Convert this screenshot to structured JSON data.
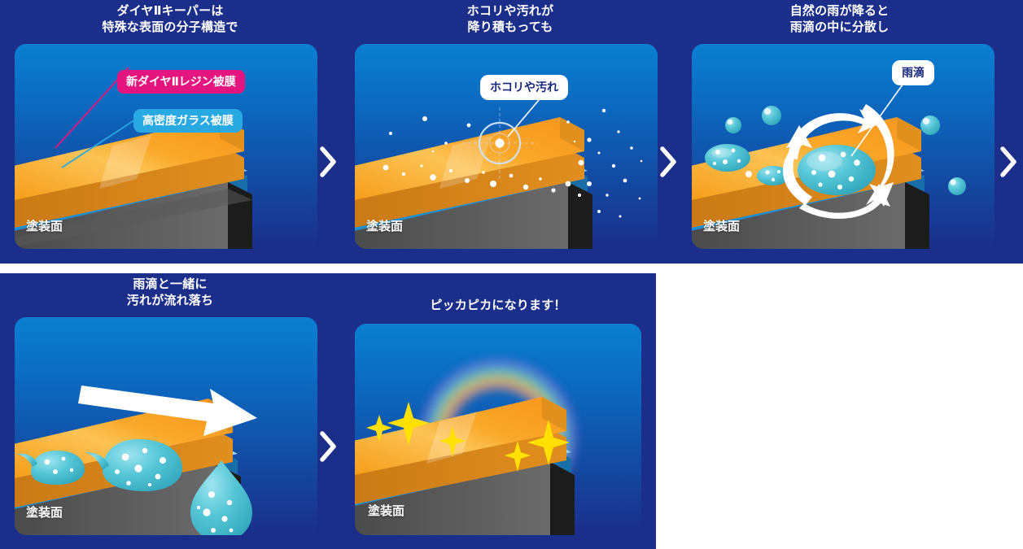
{
  "infographic": {
    "title_sequence": "ダイヤⅡキーパー 撥水・セルフクリーニング解説",
    "arrow_glyph": "›",
    "colors": {
      "background_navy": "#1b2e8a",
      "panel_blue_top": "#0a7fd0",
      "panel_blue_bottom": "#1b2e8a",
      "chip_pink": "#e4157e",
      "chip_cyan": "#29a9e1",
      "bubble_white": "#ffffff",
      "bubble_text": "#16267d",
      "resin_orange": "#f7941d",
      "resin_orange_dark": "#d6871f",
      "glass_cyan": "#29a9e1",
      "paint_gray": "#585858",
      "droplet_teal": "#3fb9c9",
      "sparkle_yellow": "#ffe000"
    }
  },
  "steps": [
    {
      "id": "step-1",
      "number": 1,
      "headline": "ダイヤⅡキーパーは\n特殊な表面の分子構造で",
      "floor_label": "塗装面",
      "chips": [
        {
          "label": "新ダイヤⅡレジン被膜",
          "style": "pink"
        },
        {
          "label": "高密度ガラス被膜",
          "style": "cyan"
        }
      ],
      "has_chevron_after": true
    },
    {
      "id": "step-2",
      "number": 2,
      "headline": "ホコリや汚れが\n降り積もっても",
      "floor_label": "塗装面",
      "callout": "ホコリや汚れ",
      "has_chevron_after": true
    },
    {
      "id": "step-3",
      "number": 3,
      "headline": "自然の雨が降ると\n雨滴の中に分散し",
      "floor_label": "塗装面",
      "callout": "雨滴",
      "has_chevron_after": true
    },
    {
      "id": "step-4",
      "number": 4,
      "headline": "雨滴と一緒に\n汚れが流れ落ち",
      "floor_label": "塗装面",
      "has_chevron_after": true
    },
    {
      "id": "step-5",
      "number": 5,
      "headline": "ピッカピカになります！",
      "floor_label": "塗装面",
      "has_chevron_after": false
    }
  ]
}
